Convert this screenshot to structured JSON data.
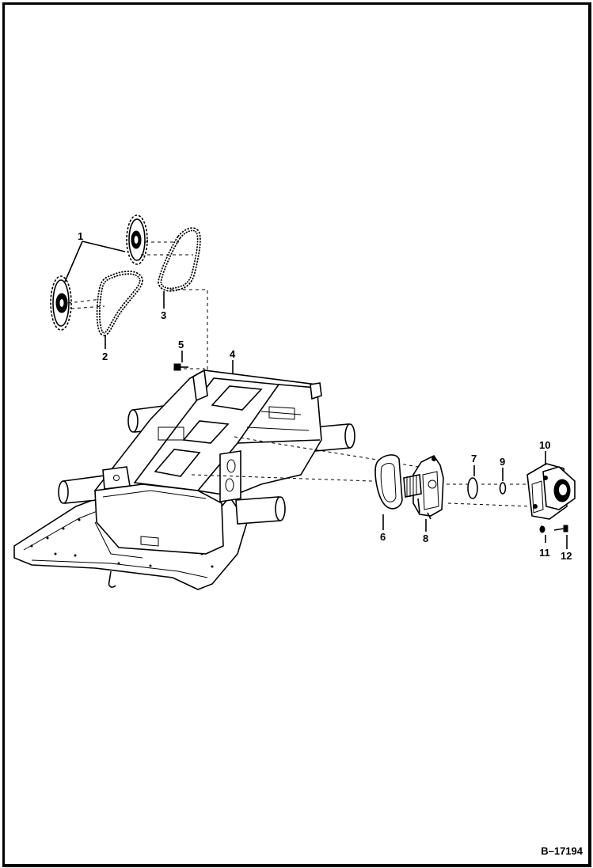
{
  "figure": {
    "id": "B–17194",
    "callouts": {
      "c1": "1",
      "c2": "2",
      "c3": "3",
      "c4": "4",
      "c5": "5",
      "c6": "6",
      "c7": "7",
      "c8": "8",
      "c9": "9",
      "c10": "10",
      "c11": "11",
      "c12": "12"
    }
  }
}
